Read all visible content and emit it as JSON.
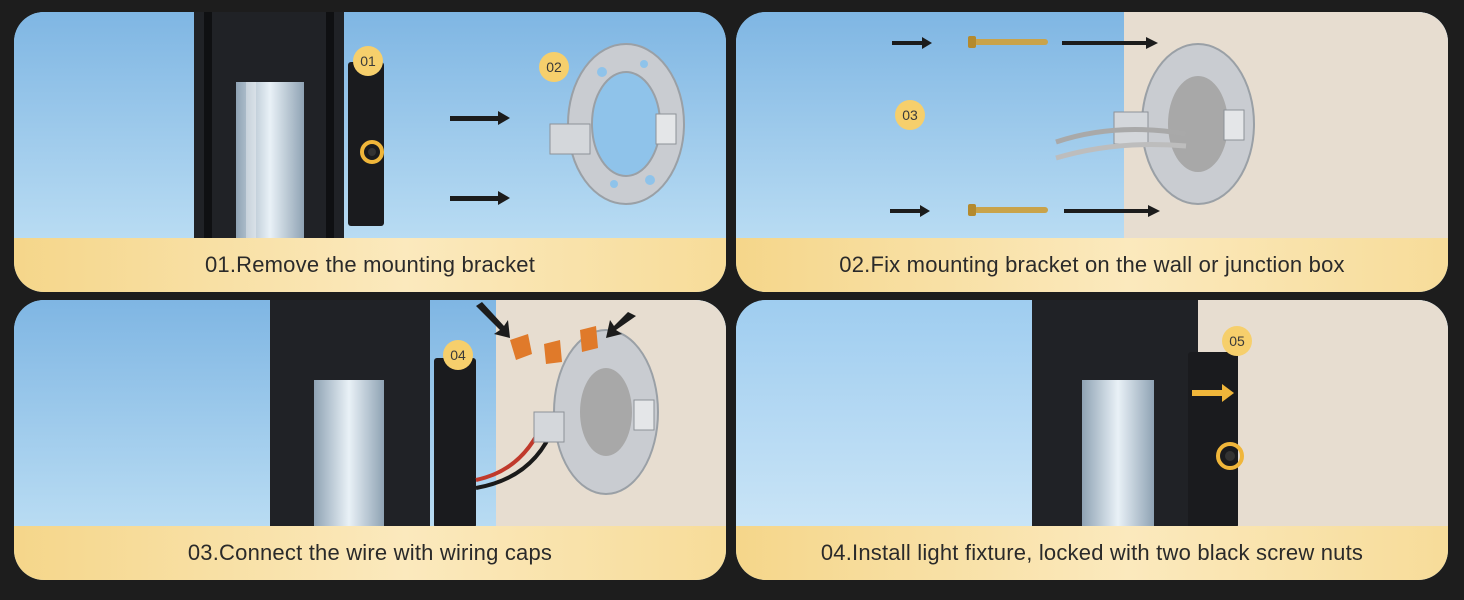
{
  "steps": [
    {
      "badge": "01",
      "badge2": "02",
      "caption": "01.Remove the mounting bracket"
    },
    {
      "badge": "03",
      "caption": "02.Fix mounting bracket on the wall or junction box"
    },
    {
      "badge": "04",
      "caption": "03.Connect the wire with wiring caps"
    },
    {
      "badge": "05",
      "caption": "04.Install light fixture, locked with two black screw nuts"
    }
  ],
  "colors": {
    "sky": "#8fc3ea",
    "caption_gold": "#f5d68a",
    "badge": "#f6cf6c",
    "fixture": "#1e1f22",
    "wall": "#e7ddd0"
  }
}
